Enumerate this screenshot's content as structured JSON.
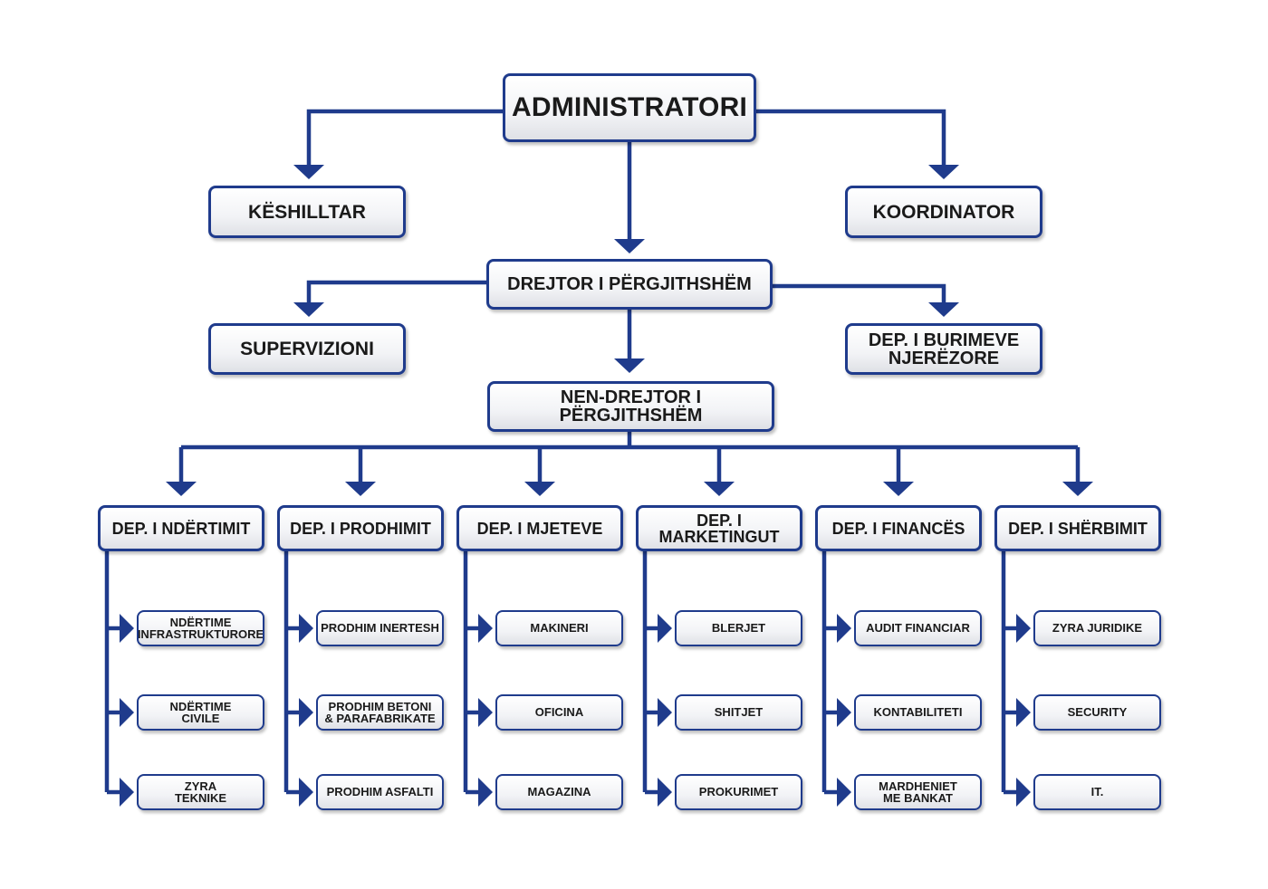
{
  "chart": {
    "root": "ADMINISTRATORI",
    "advisor": "KËSHILLTAR",
    "coordinator": "KOORDINATOR",
    "general_director": "DREJTOR I PËRGJITHSHËM",
    "supervision": "SUPERVIZIONI",
    "human_resources": "DEP. I BURIMEVE\nNJERËZORE",
    "deputy_director": "NEN-DREJTOR I PËRGJITHSHËM",
    "departments": [
      {
        "label": "DEP. I NDËRTIMIT",
        "units": [
          "NDËRTIME\nINFRASTRUKTURORE",
          "NDËRTIME\nCIVILE",
          "ZYRA\nTEKNIKE"
        ]
      },
      {
        "label": "DEP. I PRODHIMIT",
        "units": [
          "PRODHIM INERTESH",
          "PRODHIM BETONI\n& PARAFABRIKATE",
          "PRODHIM ASFALTI"
        ]
      },
      {
        "label": "DEP. I MJETEVE",
        "units": [
          "MAKINERI",
          "OFICINA",
          "MAGAZINA"
        ]
      },
      {
        "label": "DEP. I MARKETINGUT",
        "units": [
          "BLERJET",
          "SHITJET",
          "PROKURIMET"
        ]
      },
      {
        "label": "DEP. I FINANCËS",
        "units": [
          "AUDIT FINANCIAR",
          "KONTABILITETI",
          "MARDHENIET\nME BANKAT"
        ]
      },
      {
        "label": "DEP. I SHËRBIMIT",
        "units": [
          "ZYRA JURIDIKE",
          "SECURITY",
          "IT."
        ]
      }
    ]
  },
  "colors": {
    "connector": "#1f3b8c",
    "box_border": "#1f3b8c",
    "text": "#1a1a1a"
  }
}
